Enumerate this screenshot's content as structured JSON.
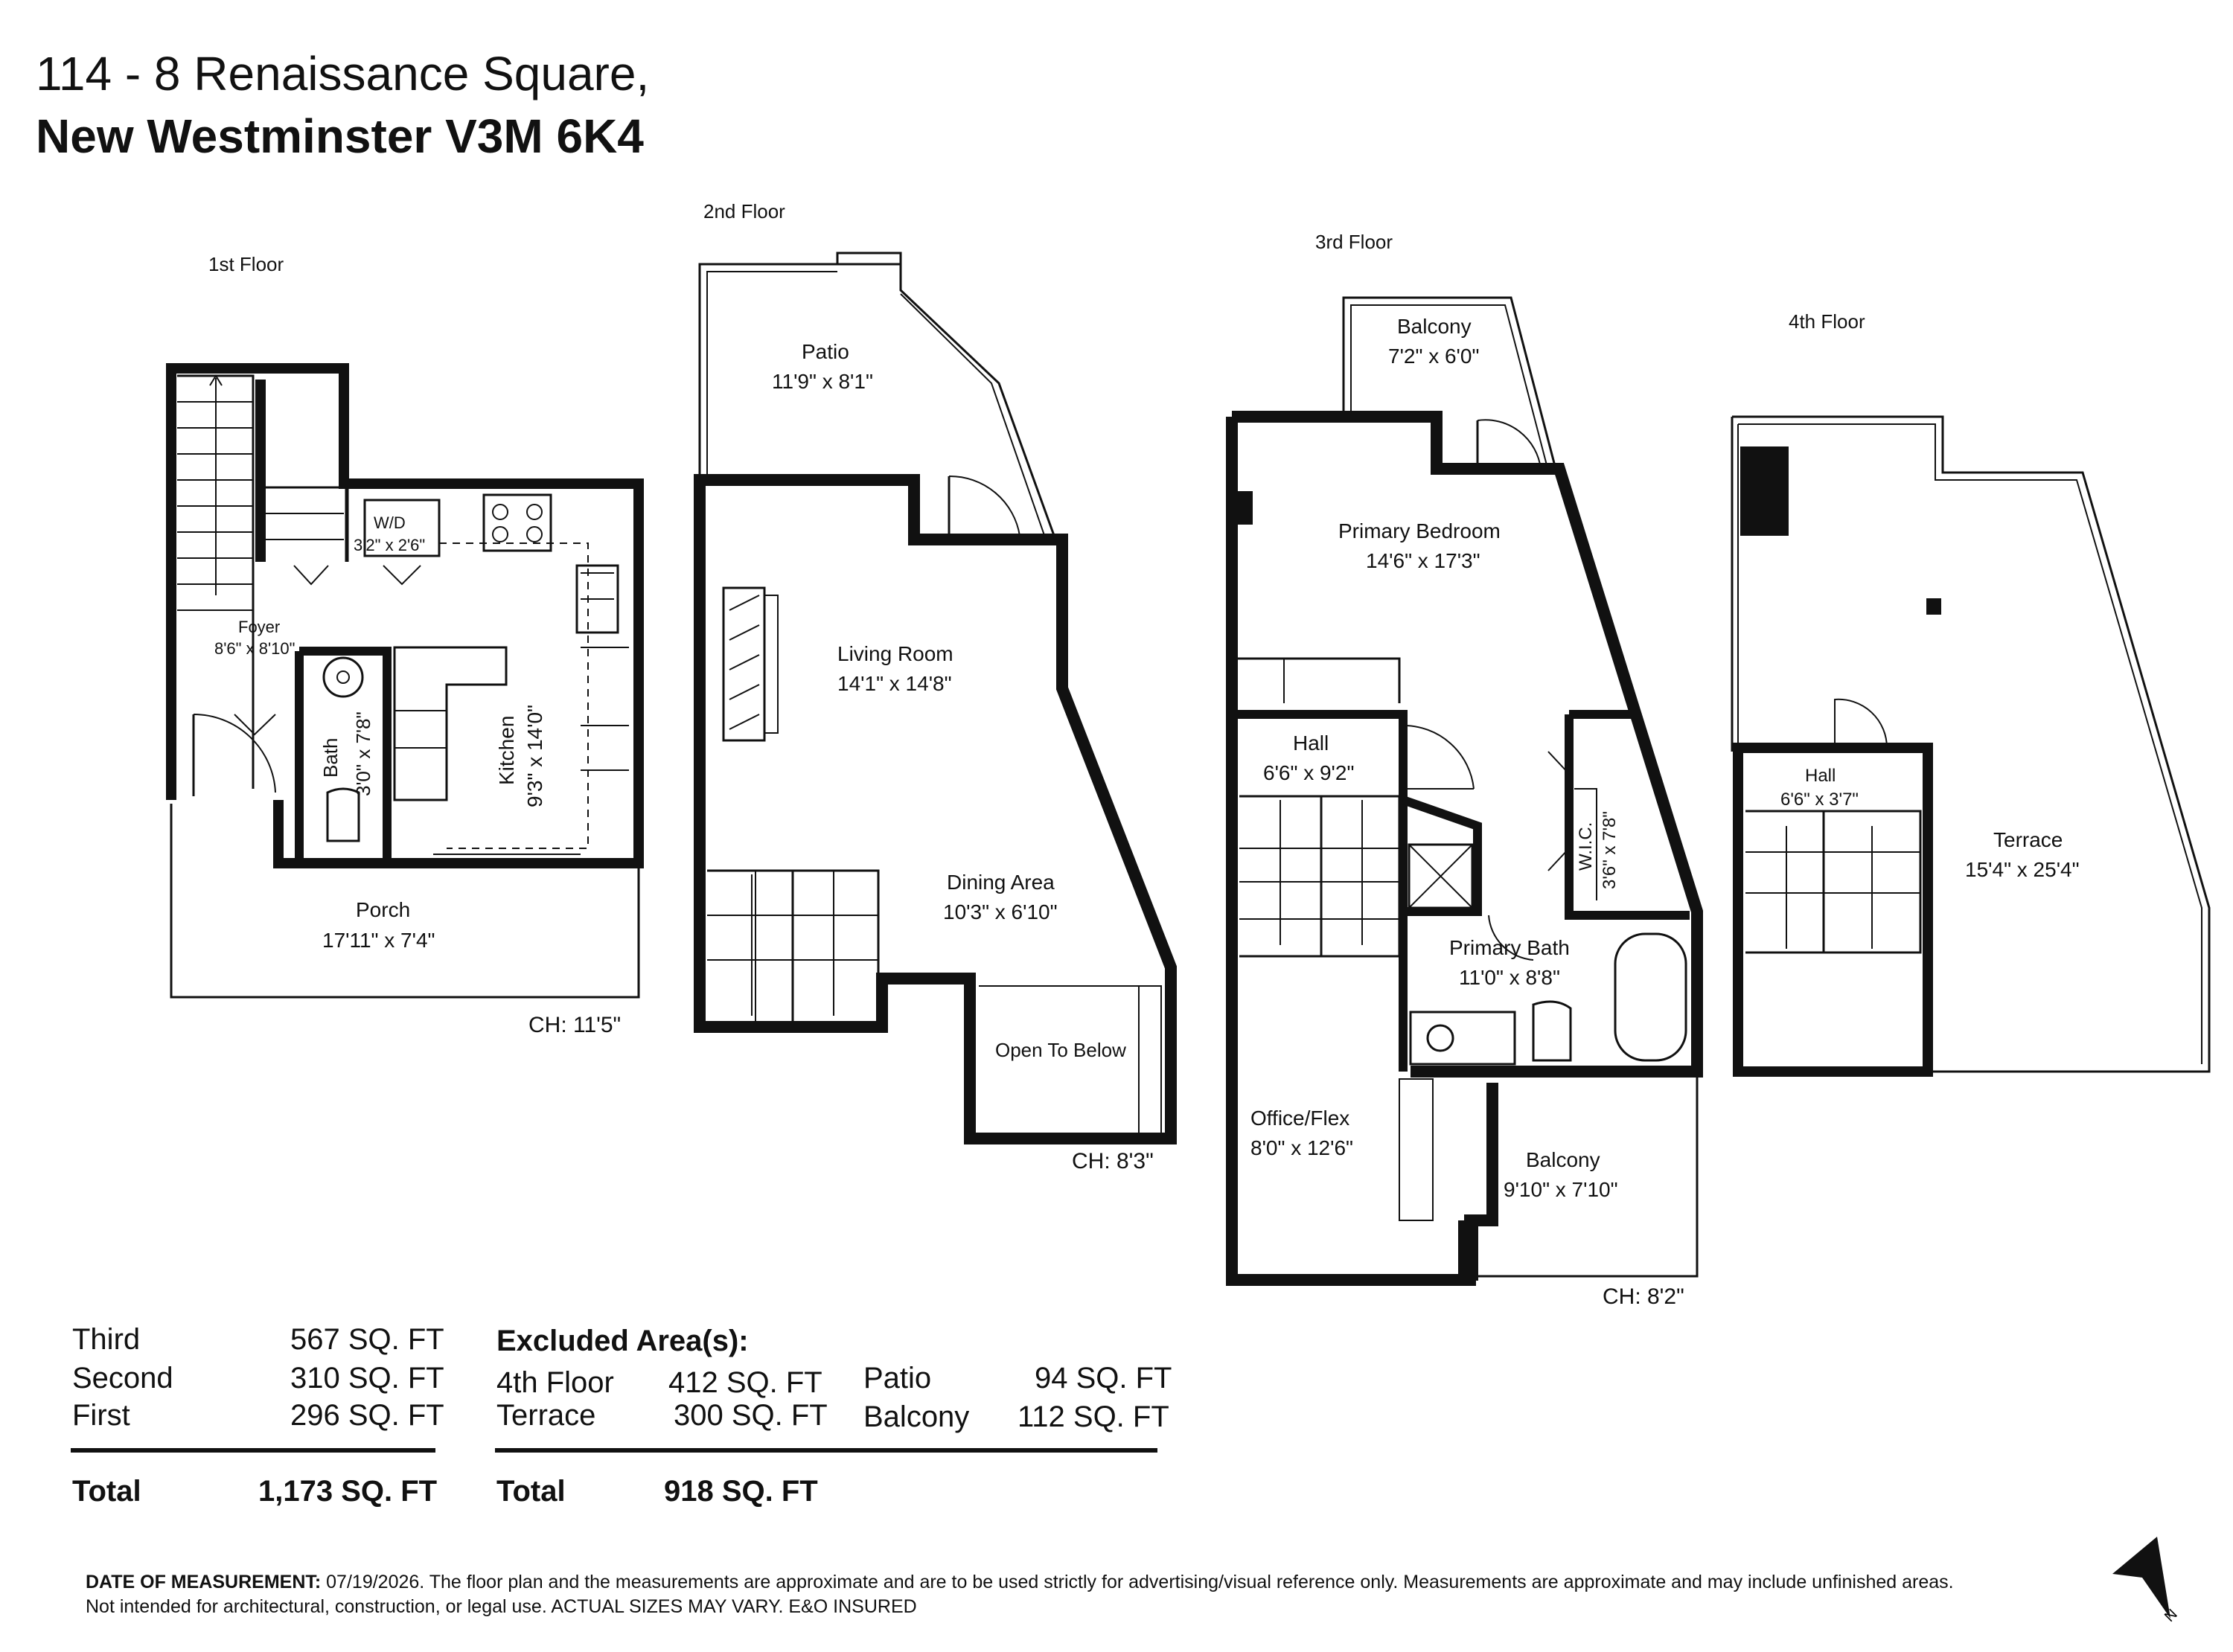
{
  "header": {
    "address_line1": "114 - 8 Renaissance Square,",
    "address_line2": "New Westminster V3M 6K4"
  },
  "floors": {
    "first": {
      "label": "1st Floor",
      "ceiling_height": "CH: 11'5\"",
      "rooms": {
        "foyer": {
          "name": "Foyer",
          "dims": "8'6\" x 8'10\""
        },
        "wd": {
          "name": "W/D",
          "dims": "3'2\" x 2'6\""
        },
        "bath": {
          "name": "Bath",
          "dims": "3'0\" x 7'8\""
        },
        "kitchen": {
          "name": "Kitchen",
          "dims": "9'3\" x 14'0\""
        },
        "porch": {
          "name": "Porch",
          "dims": "17'11\" x 7'4\""
        }
      }
    },
    "second": {
      "label": "2nd Floor",
      "ceiling_height": "CH: 8'3\"",
      "rooms": {
        "patio": {
          "name": "Patio",
          "dims": "11'9\" x 8'1\""
        },
        "living": {
          "name": "Living Room",
          "dims": "14'1\" x 14'8\""
        },
        "dining": {
          "name": "Dining Area",
          "dims": "10'3\" x 6'10\""
        },
        "open_below": {
          "name": "Open To Below"
        }
      }
    },
    "third": {
      "label": "3rd Floor",
      "ceiling_height": "CH: 8'2\"",
      "rooms": {
        "balcony_top": {
          "name": "Balcony",
          "dims": "7'2\" x 6'0\""
        },
        "primary_bedroom": {
          "name": "Primary Bedroom",
          "dims": "14'6\" x 17'3\""
        },
        "hall": {
          "name": "Hall",
          "dims": "6'6\" x 9'2\""
        },
        "wic": {
          "name": "W.I.C.",
          "dims": "3'6\" x 7'8\""
        },
        "primary_bath": {
          "name": "Primary Bath",
          "dims": "11'0\" x 8'8\""
        },
        "office": {
          "name": "Office/Flex",
          "dims": "8'0\" x 12'6\""
        },
        "balcony_bottom": {
          "name": "Balcony",
          "dims": "9'10\" x 7'10\""
        }
      }
    },
    "fourth": {
      "label": "4th Floor",
      "rooms": {
        "hall": {
          "name": "Hall",
          "dims": "6'6\" x 3'7\""
        },
        "terrace": {
          "name": "Terrace",
          "dims": "15'4\" x 25'4\""
        }
      }
    }
  },
  "areas": {
    "rows": [
      {
        "label": "Third",
        "value": "567 SQ. FT"
      },
      {
        "label": "Second",
        "value": "310 SQ. FT"
      },
      {
        "label": "First",
        "value": "296 SQ. FT"
      }
    ],
    "total_label": "Total",
    "total_value": "1,173 SQ. FT"
  },
  "excluded": {
    "heading": "Excluded Area(s):",
    "rows": [
      {
        "label": "4th Floor",
        "value": "412 SQ. FT"
      },
      {
        "label": "Terrace",
        "value": "300 SQ. FT"
      },
      {
        "label": "Patio",
        "value": "94 SQ. FT"
      },
      {
        "label": "Balcony",
        "value": "112 SQ. FT"
      }
    ],
    "total_label": "Total",
    "total_value": "918 SQ. FT"
  },
  "footer": {
    "label": "DATE OF MEASUREMENT:",
    "date": "07/19/2026.",
    "text1": "The floor plan and the measurements are approximate and are to be used strictly for advertising/visual reference only.  Measurements are approximate and may include unfinished areas.",
    "text2": "Not intended for architectural, construction, or legal use. ACTUAL SIZES MAY VARY. E&O INSURED"
  },
  "compass": {
    "direction": "N",
    "icon": "north-arrow-icon"
  }
}
